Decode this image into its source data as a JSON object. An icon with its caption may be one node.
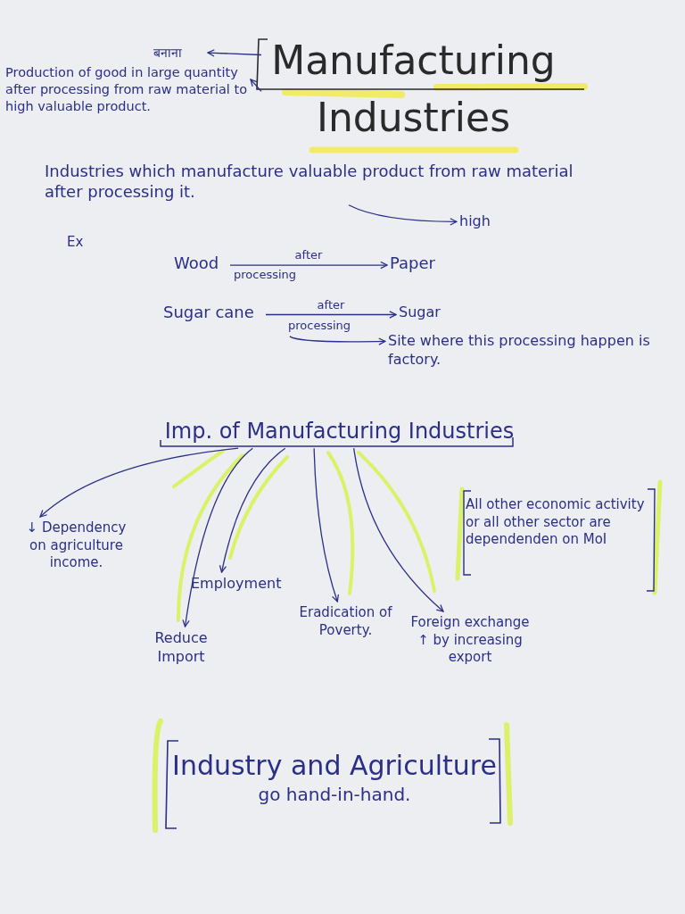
{
  "diagram": {
    "nodes": [
      {
        "text": [
          "Manufacturing Industries"
        ]
      },
      {
        "text": [
          "बनाना"
        ]
      },
      {
        "text": [
          "Production of good in large quantity after processing from raw material to high valuable product."
        ]
      },
      {
        "text": [
          "Industries which manufacture valuable product from raw material after processing it."
        ]
      },
      {
        "text": [
          "high"
        ]
      },
      {
        "text": [
          "Wood"
        ]
      },
      {
        "text": [
          "Paper"
        ]
      },
      {
        "text": [
          "Sugar cane"
        ]
      },
      {
        "text": [
          "Sugar"
        ]
      },
      {
        "text": [
          "Site where this processing happen is factory."
        ]
      },
      {
        "text": [
          "processing"
        ]
      },
      {
        "text": [
          "Imp. of Manufacturing Industries"
        ]
      },
      {
        "text": [
          "↓ Dependency on agriculture income."
        ]
      },
      {
        "text": [
          "Reduce Import"
        ]
      },
      {
        "text": [
          "Employment"
        ]
      },
      {
        "text": [
          "Eradication of Poverty."
        ]
      },
      {
        "text": [
          "Foreign exchange ↑ by increasing export"
        ]
      },
      {
        "text": [
          "All other economic activity or all other sector are dependenden on MoI"
        ]
      },
      {
        "text": [
          "Industry and Agriculture",
          "go hand-in-hand."
        ]
      }
    ],
    "edges": [
      {
        "from": 0,
        "to": 1,
        "arrow": "to"
      },
      {
        "from": 0,
        "to": 2,
        "arrow": "to"
      },
      {
        "from": 3,
        "to": 4,
        "arrow": "to"
      },
      {
        "from": 5,
        "to": 6,
        "arrow": "to",
        "label": "after"
      },
      {
        "from": 7,
        "to": 8,
        "arrow": "to",
        "label": "after"
      },
      {
        "from": 10,
        "to": 9,
        "arrow": "to"
      },
      {
        "from": 11,
        "to": 12,
        "arrow": "to"
      },
      {
        "from": 11,
        "to": 13,
        "arrow": "to"
      },
      {
        "from": 11,
        "to": 14,
        "arrow": "to"
      },
      {
        "from": 11,
        "to": 15,
        "arrow": "to"
      },
      {
        "from": 11,
        "to": 16,
        "arrow": "to"
      }
    ],
    "labels": [
      "Ex",
      "processing"
    ]
  }
}
